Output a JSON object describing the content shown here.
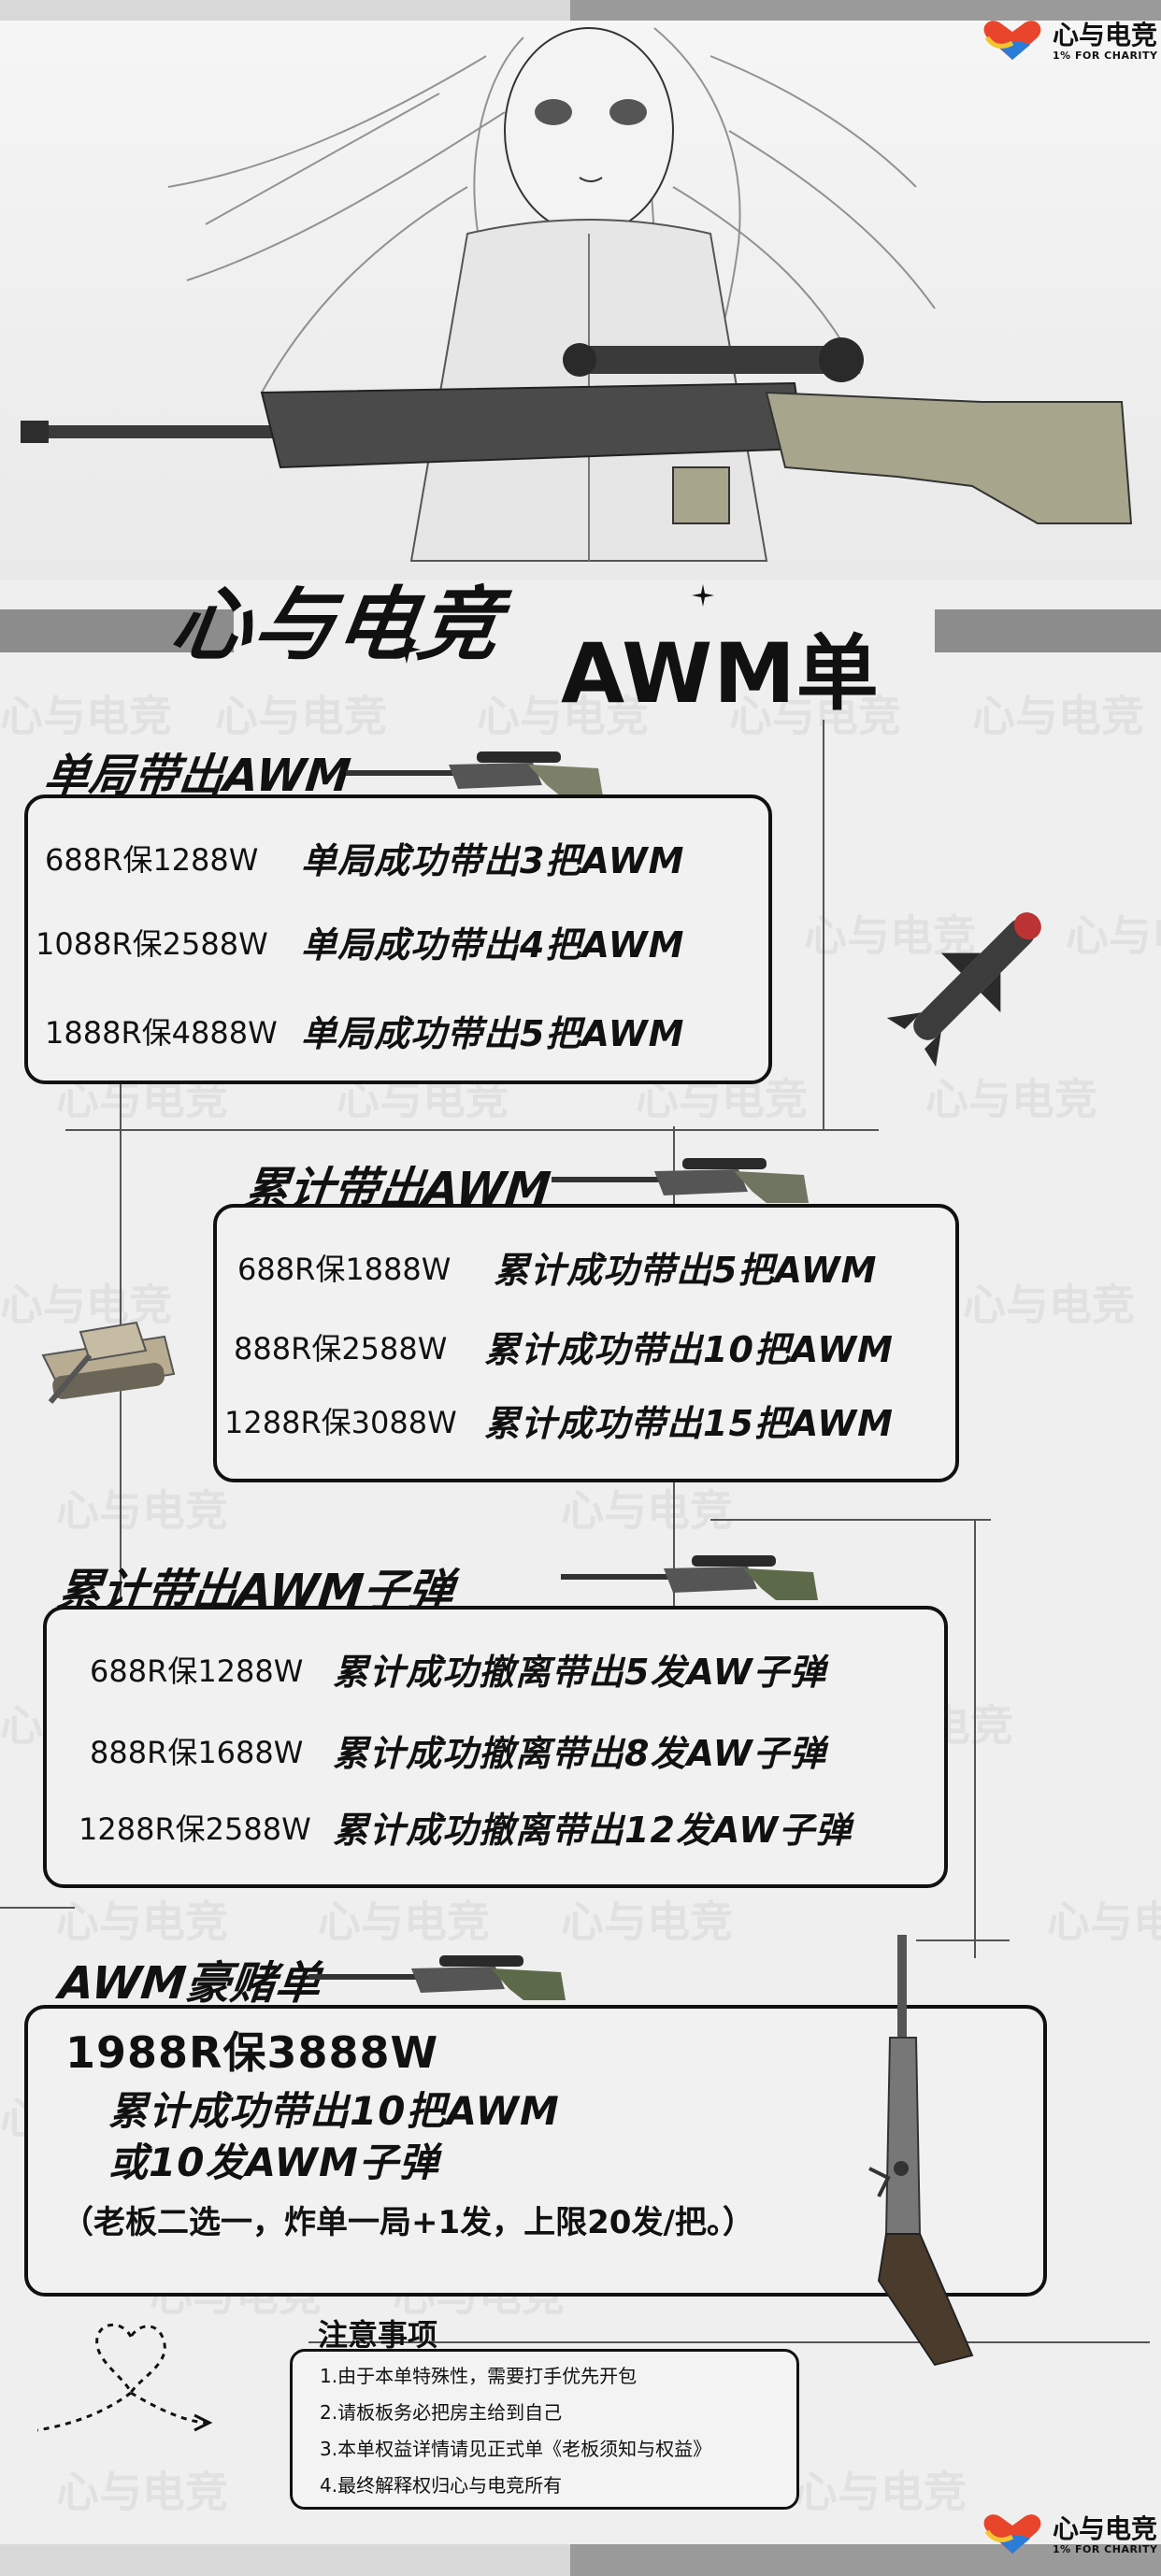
{
  "brand": {
    "name": "心与电竞",
    "tagline": "1% FOR CHARITY"
  },
  "title": {
    "part1": "心与电竞",
    "part2": "AWM单"
  },
  "watermark": "心与电竞",
  "sections": {
    "single": {
      "title": "单局带出AWM",
      "rows": [
        {
          "price": "688R保1288W",
          "reward": "单局成功带出3把AWM"
        },
        {
          "price": "1088R保2588W",
          "reward": "单局成功带出4把AWM"
        },
        {
          "price": "1888R保4888W",
          "reward": "单局成功带出5把AWM"
        }
      ]
    },
    "cumulative": {
      "title": "累计带出AWM",
      "rows": [
        {
          "price": "688R保1888W",
          "reward": "累计成功带出5把AWM"
        },
        {
          "price": "888R保2588W",
          "reward": "累计成功带出10把AWM"
        },
        {
          "price": "1288R保3088W",
          "reward": "累计成功带出15把AWM"
        }
      ]
    },
    "ammo": {
      "title": "累计带出AWM子弹",
      "rows": [
        {
          "price": "688R保1288W",
          "reward": "累计成功撤离带出5发AW子弹"
        },
        {
          "price": "888R保1688W",
          "reward": "累计成功撤离带出8发AW子弹"
        },
        {
          "price": "1288R保2588W",
          "reward": "累计成功撤离带出12发AW子弹"
        }
      ]
    },
    "gamble": {
      "title": "AWM豪赌单",
      "price": "1988R保3888W",
      "line1": "累计成功带出10把AWM",
      "line2": "或10发AWM子弹",
      "note": "（老板二选一，炸单一局+1发，上限20发/把。）"
    }
  },
  "notes": {
    "title": "注意事项",
    "items": [
      "1.由于本单特殊性，需要打手优先开包",
      "2.请板板务必把房主给到自己",
      "3.本单权益详情请见正式单《老板须知与权益》",
      "4.最终解释权归心与电竞所有"
    ]
  }
}
